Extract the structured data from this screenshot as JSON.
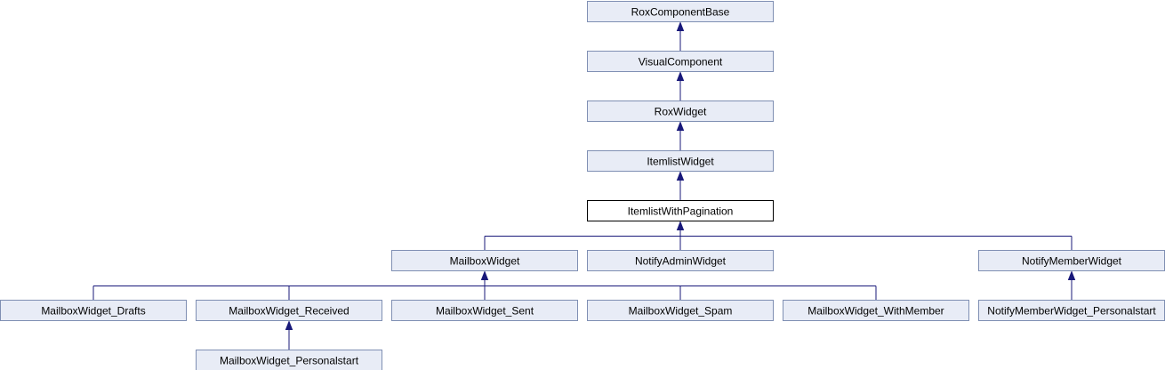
{
  "diagram": {
    "nodes": [
      {
        "id": "rox_component_base",
        "label": "RoxComponentBase"
      },
      {
        "id": "visual_component",
        "label": "VisualComponent"
      },
      {
        "id": "rox_widget",
        "label": "RoxWidget"
      },
      {
        "id": "itemlist_widget",
        "label": "ItemlistWidget"
      },
      {
        "id": "itemlist_with_pagination",
        "label": "ItemlistWithPagination"
      },
      {
        "id": "mailbox_widget",
        "label": "MailboxWidget"
      },
      {
        "id": "notify_admin_widget",
        "label": "NotifyAdminWidget"
      },
      {
        "id": "notify_member_widget",
        "label": "NotifyMemberWidget"
      },
      {
        "id": "mailbox_widget_drafts",
        "label": "MailboxWidget_Drafts"
      },
      {
        "id": "mailbox_widget_received",
        "label": "MailboxWidget_Received"
      },
      {
        "id": "mailbox_widget_sent",
        "label": "MailboxWidget_Sent"
      },
      {
        "id": "mailbox_widget_spam",
        "label": "MailboxWidget_Spam"
      },
      {
        "id": "mailbox_widget_with_member",
        "label": "MailboxWidget_WithMember"
      },
      {
        "id": "notify_member_widget_personalstart",
        "label": "NotifyMemberWidget_Personalstart"
      },
      {
        "id": "mailbox_widget_personalstart",
        "label": "MailboxWidget_Personalstart"
      }
    ],
    "edges": [
      {
        "child": "visual_component",
        "parent": "rox_component_base"
      },
      {
        "child": "rox_widget",
        "parent": "visual_component"
      },
      {
        "child": "itemlist_widget",
        "parent": "rox_widget"
      },
      {
        "child": "itemlist_with_pagination",
        "parent": "itemlist_widget"
      },
      {
        "child": "mailbox_widget",
        "parent": "itemlist_with_pagination"
      },
      {
        "child": "notify_admin_widget",
        "parent": "itemlist_with_pagination"
      },
      {
        "child": "notify_member_widget",
        "parent": "itemlist_with_pagination"
      },
      {
        "child": "mailbox_widget_drafts",
        "parent": "mailbox_widget"
      },
      {
        "child": "mailbox_widget_received",
        "parent": "mailbox_widget"
      },
      {
        "child": "mailbox_widget_sent",
        "parent": "mailbox_widget"
      },
      {
        "child": "mailbox_widget_spam",
        "parent": "mailbox_widget"
      },
      {
        "child": "mailbox_widget_with_member",
        "parent": "mailbox_widget"
      },
      {
        "child": "notify_member_widget_personalstart",
        "parent": "notify_member_widget"
      },
      {
        "child": "mailbox_widget_personalstart",
        "parent": "mailbox_widget_received"
      }
    ],
    "highlighted": "itemlist_with_pagination",
    "colors": {
      "node_fill": "#e8ecf6",
      "node_border": "#7f8fb3",
      "highlight_fill": "#ffffff",
      "highlight_border": "#000000",
      "edge": "#19197a"
    }
  }
}
